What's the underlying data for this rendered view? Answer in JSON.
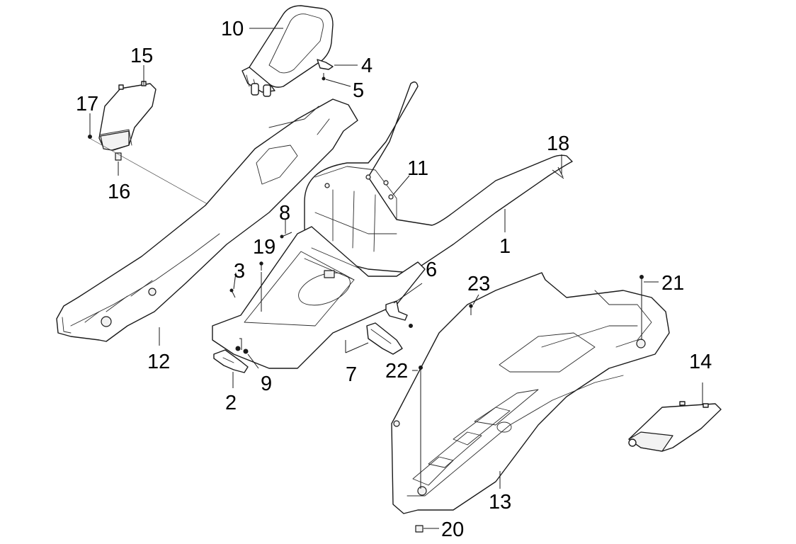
{
  "diagram": {
    "type": "exploded-parts-view",
    "subject": "scooter central cover, footrests and side panels",
    "callouts": [
      {
        "id": "1",
        "label": "1",
        "part": "central cover / leg shield"
      },
      {
        "id": "2",
        "label": "2",
        "part": "bracket plate"
      },
      {
        "id": "3",
        "label": "3",
        "part": "screw"
      },
      {
        "id": "4",
        "label": "4",
        "part": "clip"
      },
      {
        "id": "5",
        "label": "5",
        "part": "screw"
      },
      {
        "id": "6",
        "label": "6",
        "part": "latch"
      },
      {
        "id": "7",
        "label": "7",
        "part": "latch bracket"
      },
      {
        "id": "8",
        "label": "8",
        "part": "screw"
      },
      {
        "id": "9",
        "label": "9",
        "part": "spring / nuts"
      },
      {
        "id": "10",
        "label": "10",
        "part": "fuel cap cover"
      },
      {
        "id": "11",
        "label": "11",
        "part": "nut"
      },
      {
        "id": "12",
        "label": "12",
        "part": "left footrest"
      },
      {
        "id": "13",
        "label": "13",
        "part": "right footrest"
      },
      {
        "id": "14",
        "label": "14",
        "part": "right side cover"
      },
      {
        "id": "15",
        "label": "15",
        "part": "left side cover"
      },
      {
        "id": "16",
        "label": "16",
        "part": "clip"
      },
      {
        "id": "17",
        "label": "17",
        "part": "screw"
      },
      {
        "id": "18",
        "label": "18",
        "part": "screw"
      },
      {
        "id": "19",
        "label": "19",
        "part": "screw"
      },
      {
        "id": "20",
        "label": "20",
        "part": "clip nut"
      },
      {
        "id": "21",
        "label": "21",
        "part": "screw"
      },
      {
        "id": "22",
        "label": "22",
        "part": "screw"
      },
      {
        "id": "23",
        "label": "23",
        "part": "screw"
      }
    ]
  }
}
